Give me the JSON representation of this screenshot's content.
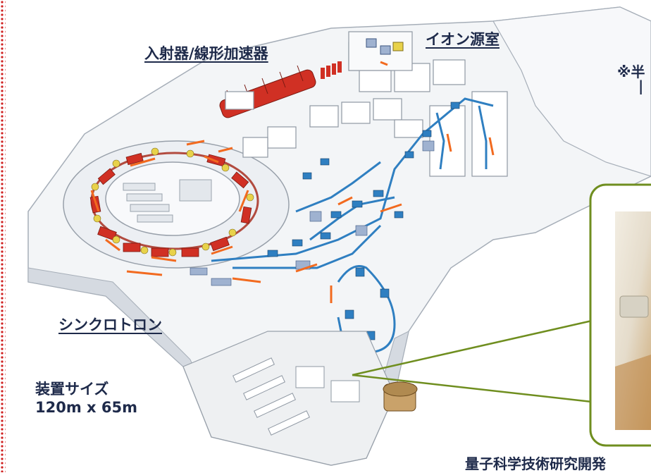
{
  "labels": {
    "injector": "入射器/線形加速器",
    "ion_source_room": "イオン源室",
    "note": "※半",
    "note_line2": "|",
    "synchrotron": "シンクロトロン",
    "size_title": "装置サイズ",
    "size_value": "120m x 65m",
    "organization": "量子科学技術研究開発"
  },
  "colors": {
    "border": "#d02020",
    "floor": "#eef0f2",
    "floor_stroke": "#98a0aa",
    "wall_top": "#ffffff",
    "wall_side": "#c6ccd4",
    "dipole_red": "#d03024",
    "quad_yellow": "#e8d24a",
    "beamline_blue": "#2f7fc1",
    "magnet_gray": "#9fb2d0",
    "arrow_orange": "#f26a1f",
    "callout_green": "#6f8e1f",
    "label_navy": "#1e2a4a"
  }
}
